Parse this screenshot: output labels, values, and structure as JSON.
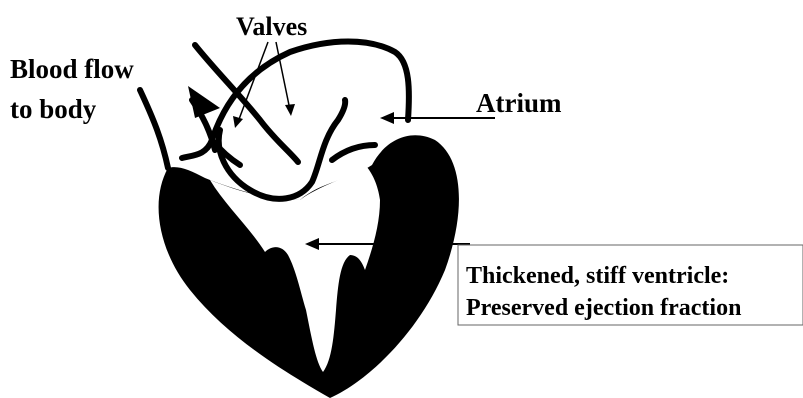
{
  "labels": {
    "valves": "Valves",
    "blood_flow_line1": "Blood flow",
    "blood_flow_line2": "to body",
    "atrium": "Atrium",
    "ventricle_line1": "Thickened, stiff  ventricle:",
    "ventricle_line2": "Preserved ejection fraction"
  },
  "colors": {
    "ink": "#000000",
    "background": "#ffffff"
  }
}
